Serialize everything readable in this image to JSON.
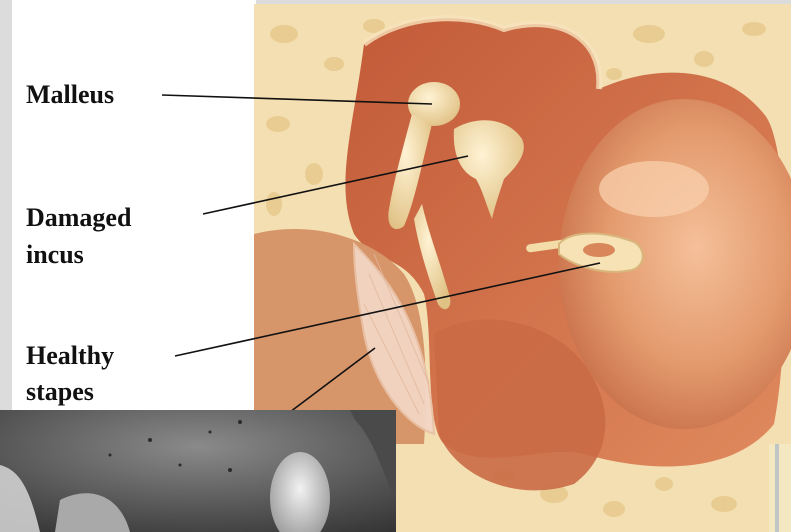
{
  "labels": {
    "malleus": "Malleus",
    "damaged_incus_line1": "Damaged",
    "damaged_incus_line2": "incus",
    "healthy_stapes_line1": "Healthy",
    "healthy_stapes_line2": "stapes"
  },
  "colors": {
    "background": "#dcdcdc",
    "panel": "#ffffff",
    "bone": "#f3dfb2",
    "tissue": "#d88a5e",
    "cavity": "#c9663f",
    "ossicle": "#f0d7a0"
  }
}
